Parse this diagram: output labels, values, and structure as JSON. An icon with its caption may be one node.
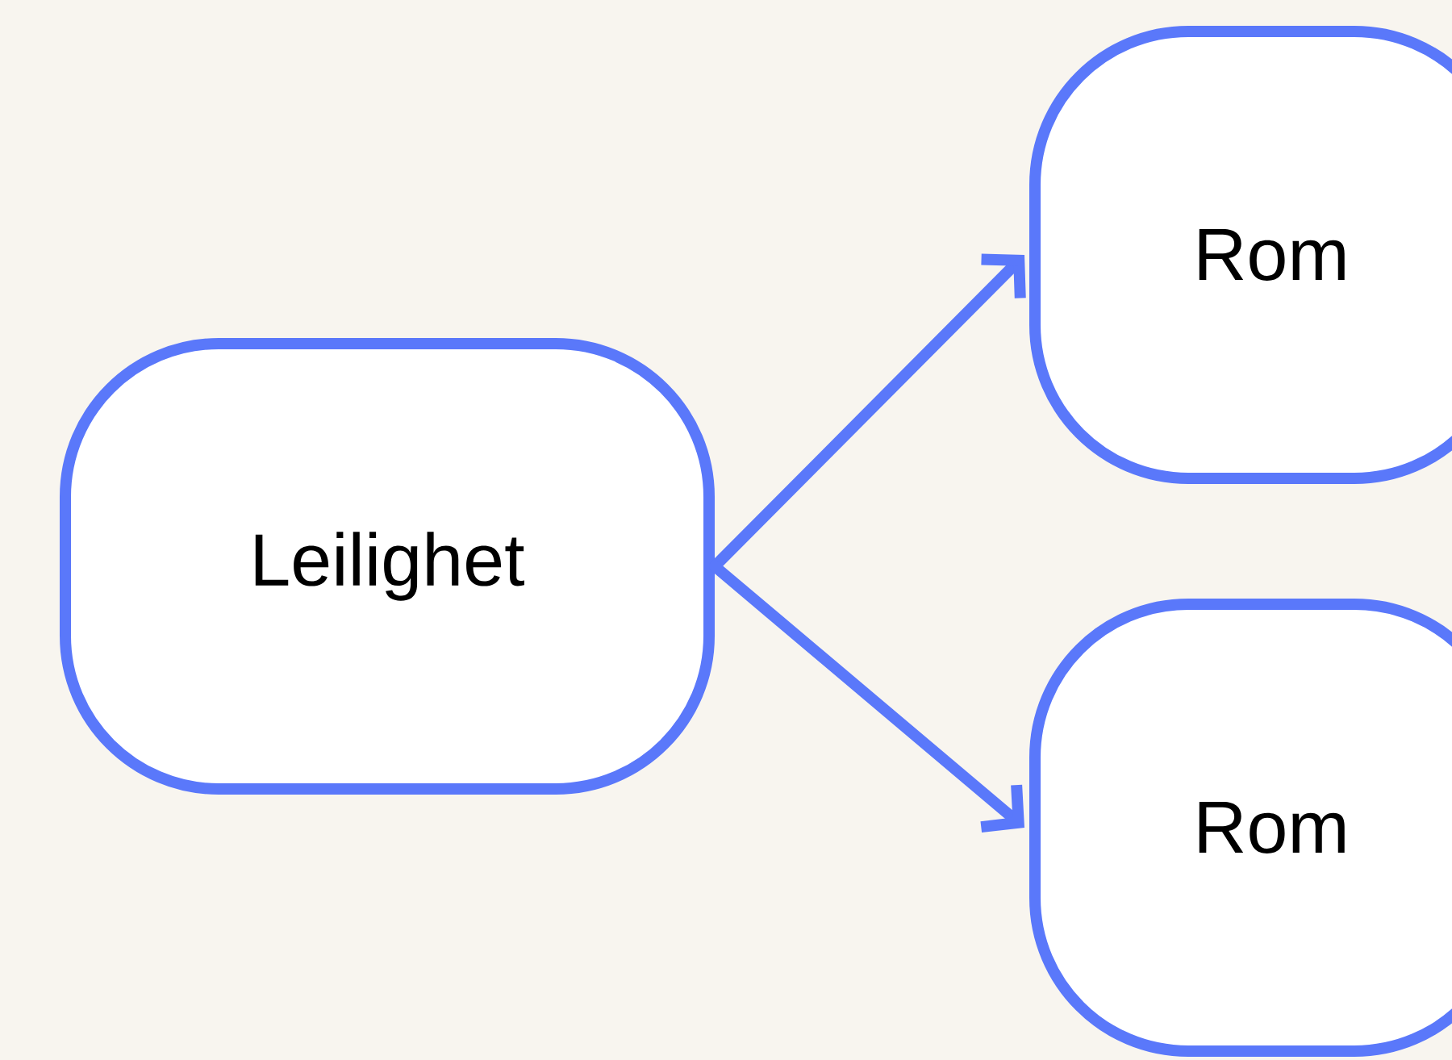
{
  "diagram": {
    "nodes": [
      {
        "text": [
          "Leilighet"
        ]
      },
      {
        "text": [
          "Rom"
        ]
      },
      {
        "text": [
          "Rom"
        ]
      }
    ],
    "edges": [
      {
        "from": 0,
        "to": 1,
        "arrow": "to"
      },
      {
        "from": 0,
        "to": 2,
        "arrow": "to"
      }
    ]
  }
}
